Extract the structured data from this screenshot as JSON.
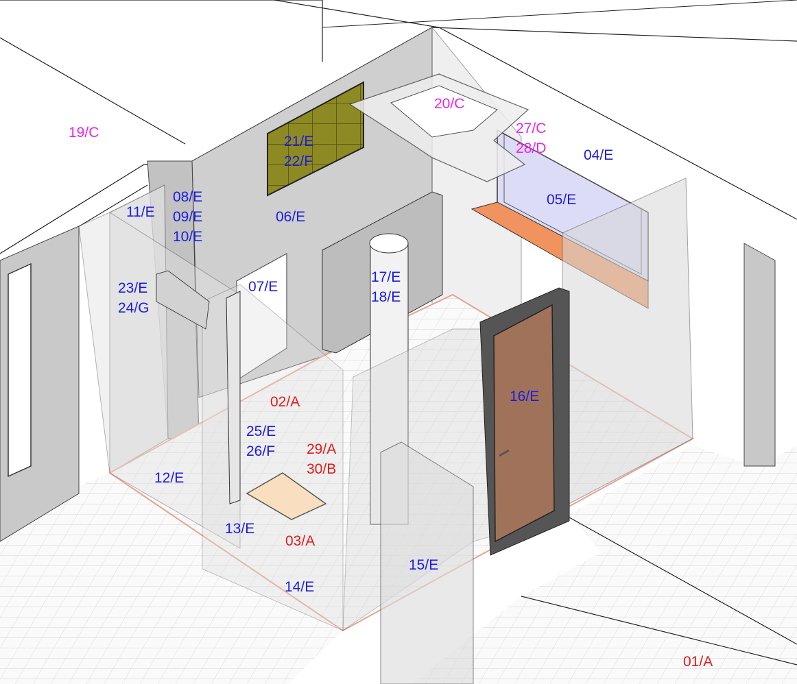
{
  "palette": {
    "blue_label": "#1c1ce0",
    "red_label": "#e01c1c",
    "magenta_label": "#ee22ee",
    "wall_gray": "#c8c8c8",
    "floor_tile": "#f4f4f4",
    "panel_olive": "#8d8a24",
    "door_brown": "#a0725a",
    "sill_orange": "#f0935e",
    "glass_lavender": "#dcdcf6"
  },
  "labels": {
    "l01": "01/A",
    "l02": "02/A",
    "l03": "03/A",
    "l04": "04/E",
    "l05": "05/E",
    "l06": "06/E",
    "l07": "07/E",
    "l08": "08/E",
    "l09": "09/E",
    "l10": "10/E",
    "l11": "11/E",
    "l12": "12/E",
    "l13": "13/E",
    "l14": "14/E",
    "l15": "15/E",
    "l16": "16/E",
    "l17": "17/E",
    "l18": "18/E",
    "l19": "19/C",
    "l20": "20/C",
    "l21": "21/E",
    "l22": "22/F",
    "l23": "23/E",
    "l24": "24/G",
    "l25": "25/E",
    "l26": "26/F",
    "l27": "27/C",
    "l28": "28/D",
    "l29": "29/A",
    "l30": "30/B"
  }
}
